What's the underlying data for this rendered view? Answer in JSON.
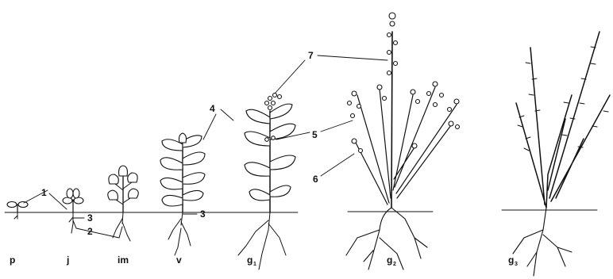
{
  "stages": [
    {
      "id": "p",
      "label": "p",
      "sub": ""
    },
    {
      "id": "j",
      "label": "j",
      "sub": ""
    },
    {
      "id": "im",
      "label": "im",
      "sub": ""
    },
    {
      "id": "v",
      "label": "v",
      "sub": ""
    },
    {
      "id": "g1",
      "label": "g",
      "sub": "1"
    },
    {
      "id": "g2",
      "label": "g",
      "sub": "2"
    },
    {
      "id": "g3",
      "label": "g",
      "sub": "3"
    }
  ],
  "callouts": [
    "1",
    "2",
    "3",
    "3",
    "4",
    "5",
    "6",
    "7"
  ]
}
